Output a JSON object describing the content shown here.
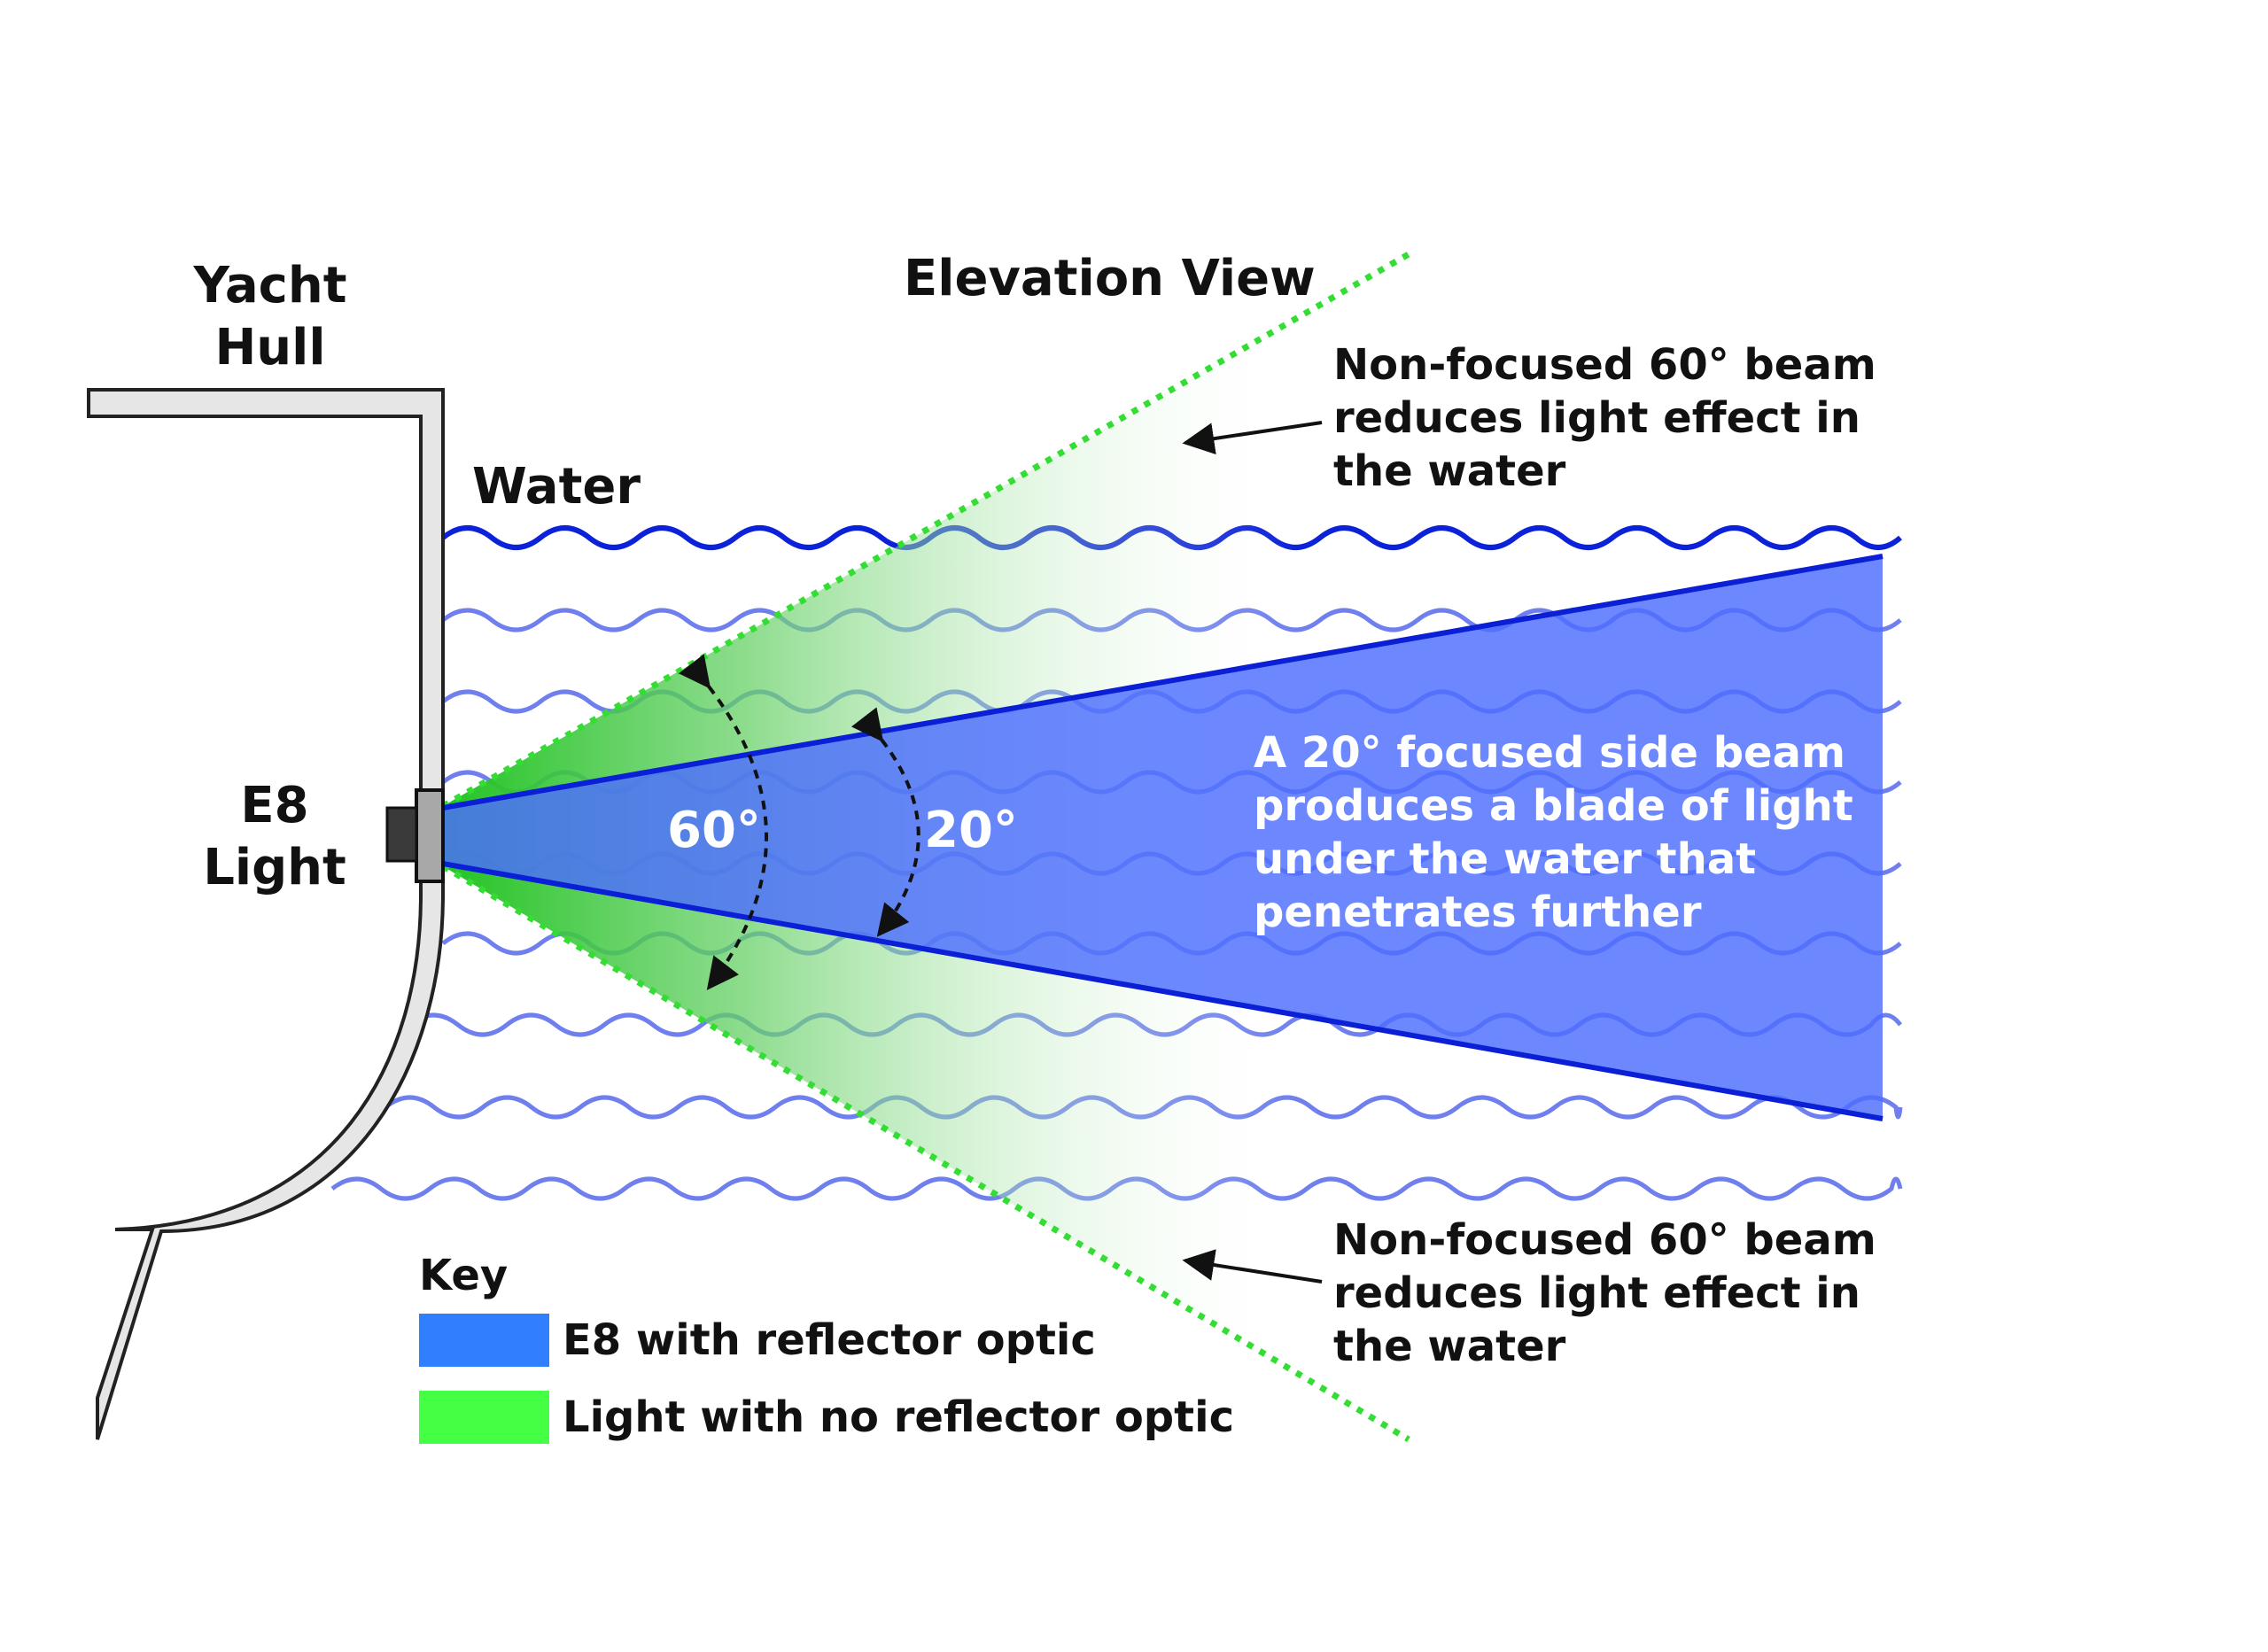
{
  "title": "Elevation View",
  "labels": {
    "hull_line1": "Yacht",
    "hull_line2": "Hull",
    "water": "Water",
    "light_line1": "E8",
    "light_line2": "Light",
    "angle_wide": "60°",
    "angle_narrow": "20°"
  },
  "annotations": {
    "top": [
      "Non-focused 60° beam",
      "reduces light effect in",
      "the water"
    ],
    "bottom": [
      "Non-focused 60° beam",
      "reduces light effect in",
      "the water"
    ],
    "focused": [
      "A 20° focused side beam",
      "produces a blade of light",
      "under the water that",
      "penetrates further"
    ]
  },
  "key": {
    "title": "Key",
    "items": [
      {
        "label": "E8 with reflector optic",
        "color": "#2f7fff"
      },
      {
        "label": "Light with no reflector optic",
        "color": "#44ff44"
      }
    ]
  },
  "colors": {
    "focused_beam": "#4d6eff",
    "focused_beam_edge": "#0a1fd6",
    "wide_beam": "#22c322",
    "wide_beam_edge": "#33dd33",
    "water_surface": "#0c22d8",
    "water_waves": "#6f80ee",
    "hull_fill": "#e6e6e6"
  }
}
